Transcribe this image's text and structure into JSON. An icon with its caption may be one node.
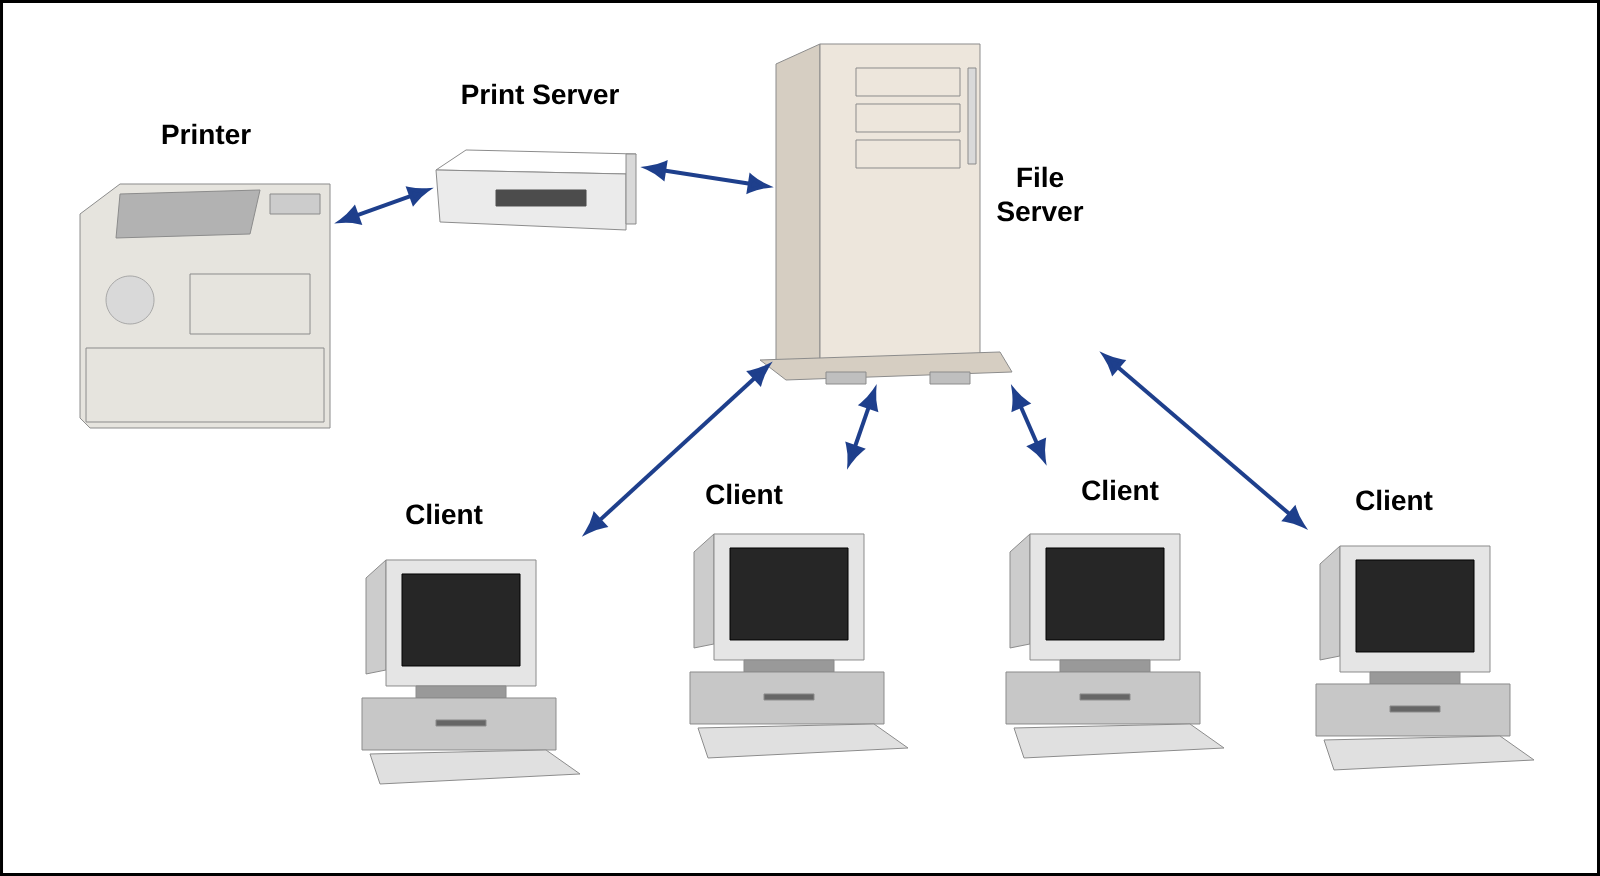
{
  "diagram": {
    "nodes": [
      {
        "text": [
          "Printer"
        ]
      },
      {
        "text": [
          "Print Server"
        ]
      },
      {
        "text": [
          "File Server"
        ]
      },
      {
        "text": [
          "Client"
        ]
      },
      {
        "text": [
          "Client"
        ]
      },
      {
        "text": [
          "Client"
        ]
      },
      {
        "text": [
          "Client"
        ]
      }
    ],
    "edges": [
      {
        "from": 0,
        "to": 1,
        "arrow": "both"
      },
      {
        "from": 1,
        "to": 2,
        "arrow": "both"
      },
      {
        "from": 2,
        "to": 3,
        "arrow": "both"
      },
      {
        "from": 2,
        "to": 4,
        "arrow": "both"
      },
      {
        "from": 2,
        "to": 5,
        "arrow": "both"
      },
      {
        "from": 2,
        "to": 6,
        "arrow": "both"
      }
    ]
  }
}
